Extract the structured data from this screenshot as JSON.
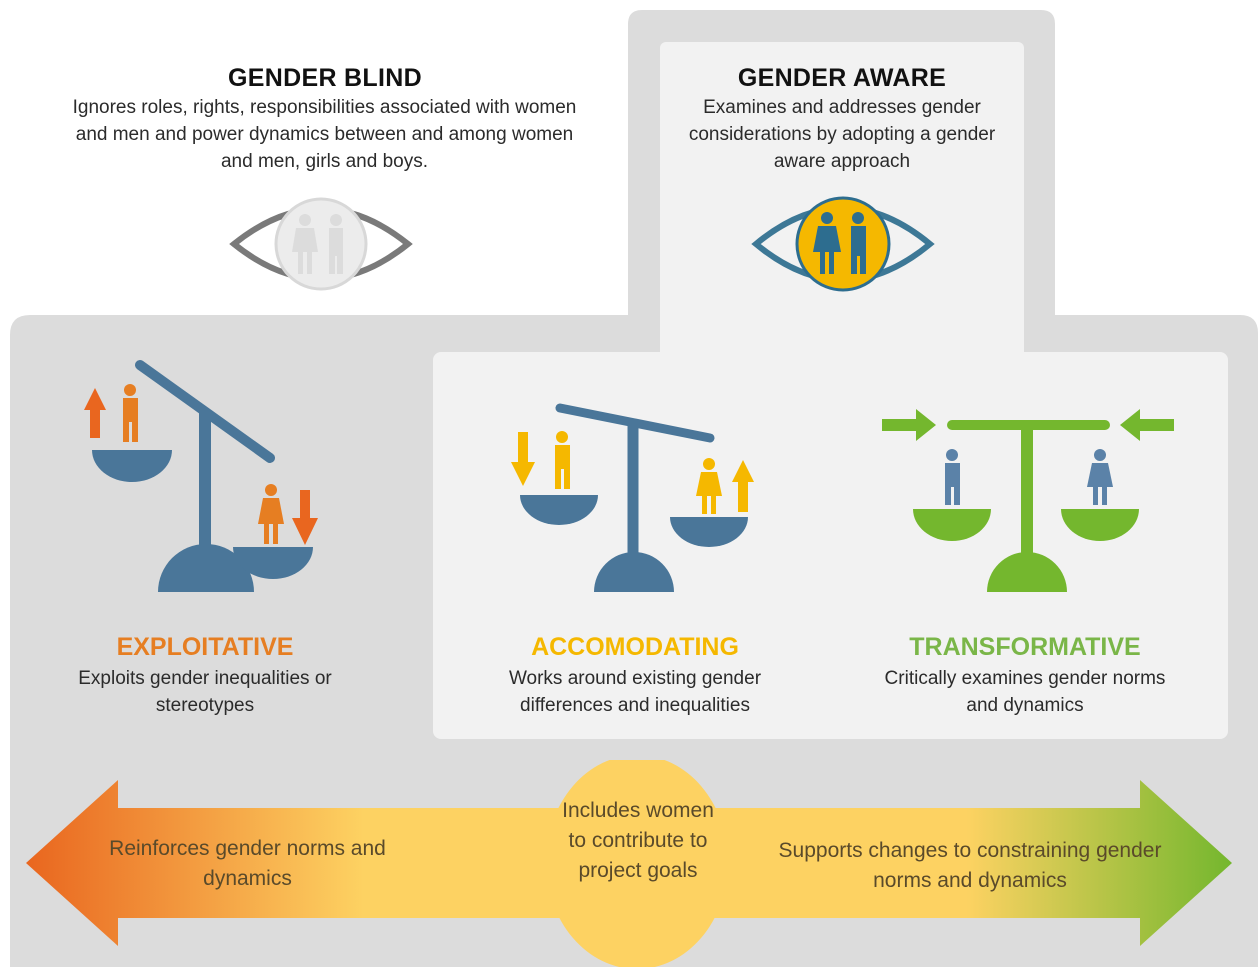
{
  "gender_blind": {
    "title": "GENDER BLIND",
    "description": "Ignores roles, rights, responsibilities associated with women and men and power dynamics between and among women and men, girls and boys.",
    "icon": "eye-faded-people-icon"
  },
  "gender_aware": {
    "title": "GENDER AWARE",
    "description": "Examines and addresses gender considerations by adopting a gender aware approach",
    "icon": "eye-people-icon"
  },
  "categories": [
    {
      "title": "EXPLOITATIVE",
      "description": "Exploits gender inequalities or stereotypes",
      "color": "#e67e22",
      "icon": "tilted-scale-icon"
    },
    {
      "title": "ACCOMODATING",
      "description": "Works around existing gender differences and inequalities",
      "color": "#f5b800",
      "icon": "slightly-tilted-scale-icon"
    },
    {
      "title": "TRANSFORMATIVE",
      "description": "Critically examines gender norms and dynamics",
      "color": "#7ab648",
      "icon": "balanced-scale-icon"
    }
  ],
  "arrow": {
    "left_text": "Reinforces gender norms and dynamics",
    "center_text": "Includes women to contribute to project goals",
    "right_text": "Supports changes to constraining gender norms and dynamics"
  },
  "colors": {
    "orange": "#e9661f",
    "yellow": "#fdd262",
    "green": "#74b72e",
    "scale_blue": "#4a7699",
    "panel_grey": "#dcdcdc",
    "panel_light": "#f2f2f2"
  }
}
